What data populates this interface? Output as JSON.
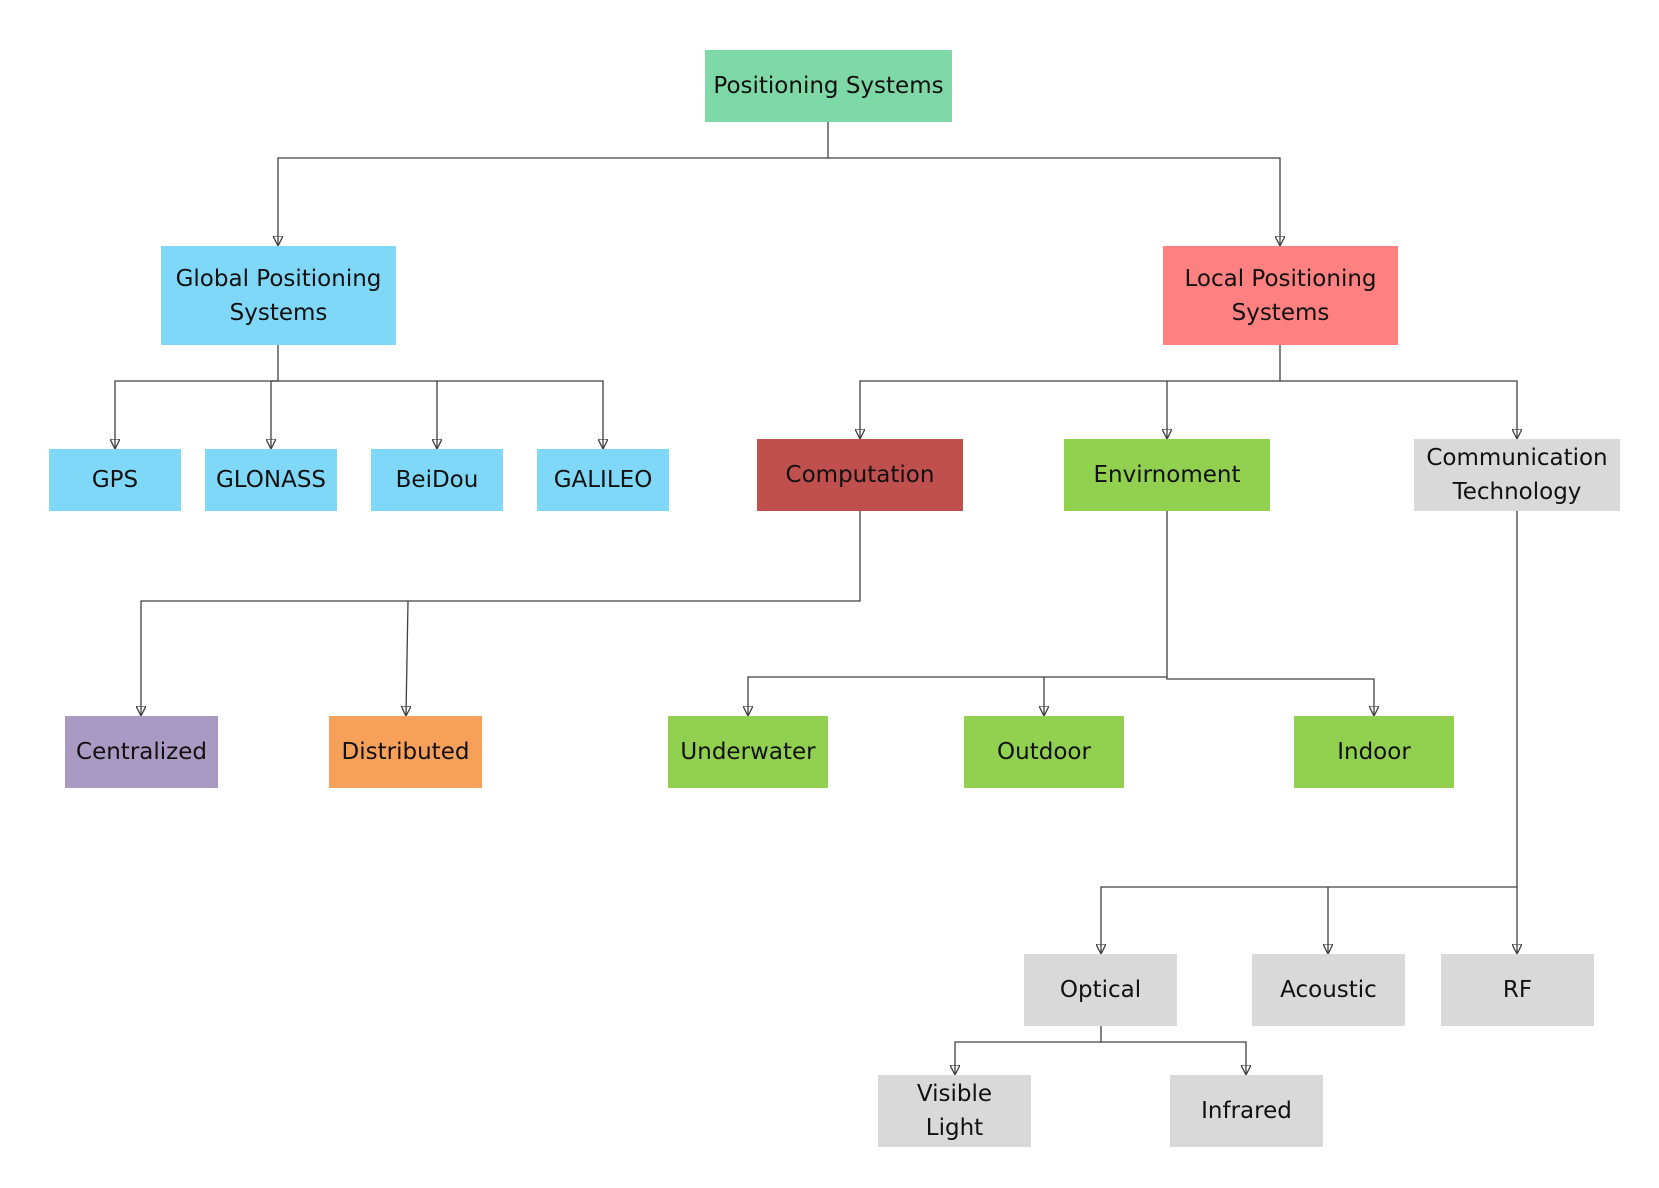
{
  "colors": {
    "root": "#7fd9a7",
    "global": "#80d8f8",
    "local": "#ff8080",
    "computation": "#c0504d",
    "environment": "#92d050",
    "communication": "#d9d9d9",
    "centralized": "#a89ac2",
    "distributed": "#f6a05a",
    "connector": "#404040"
  },
  "nodes": {
    "root": "Positioning Systems",
    "global": "Global Positioning\nSystems",
    "local": "Local Positioning\nSystems",
    "gps": "GPS",
    "glonass": "GLONASS",
    "beidou": "BeiDou",
    "galileo": "GALILEO",
    "computation": "Computation",
    "environment": "Envirnoment",
    "communication": "Communication\nTechnology",
    "centralized": "Centralized",
    "distributed": "Distributed",
    "underwater": "Underwater",
    "outdoor": "Outdoor",
    "indoor": "Indoor",
    "optical": "Optical",
    "acoustic": "Acoustic",
    "rf": "RF",
    "visible_light": "Visible\nLight",
    "infrared": "Infrared"
  }
}
